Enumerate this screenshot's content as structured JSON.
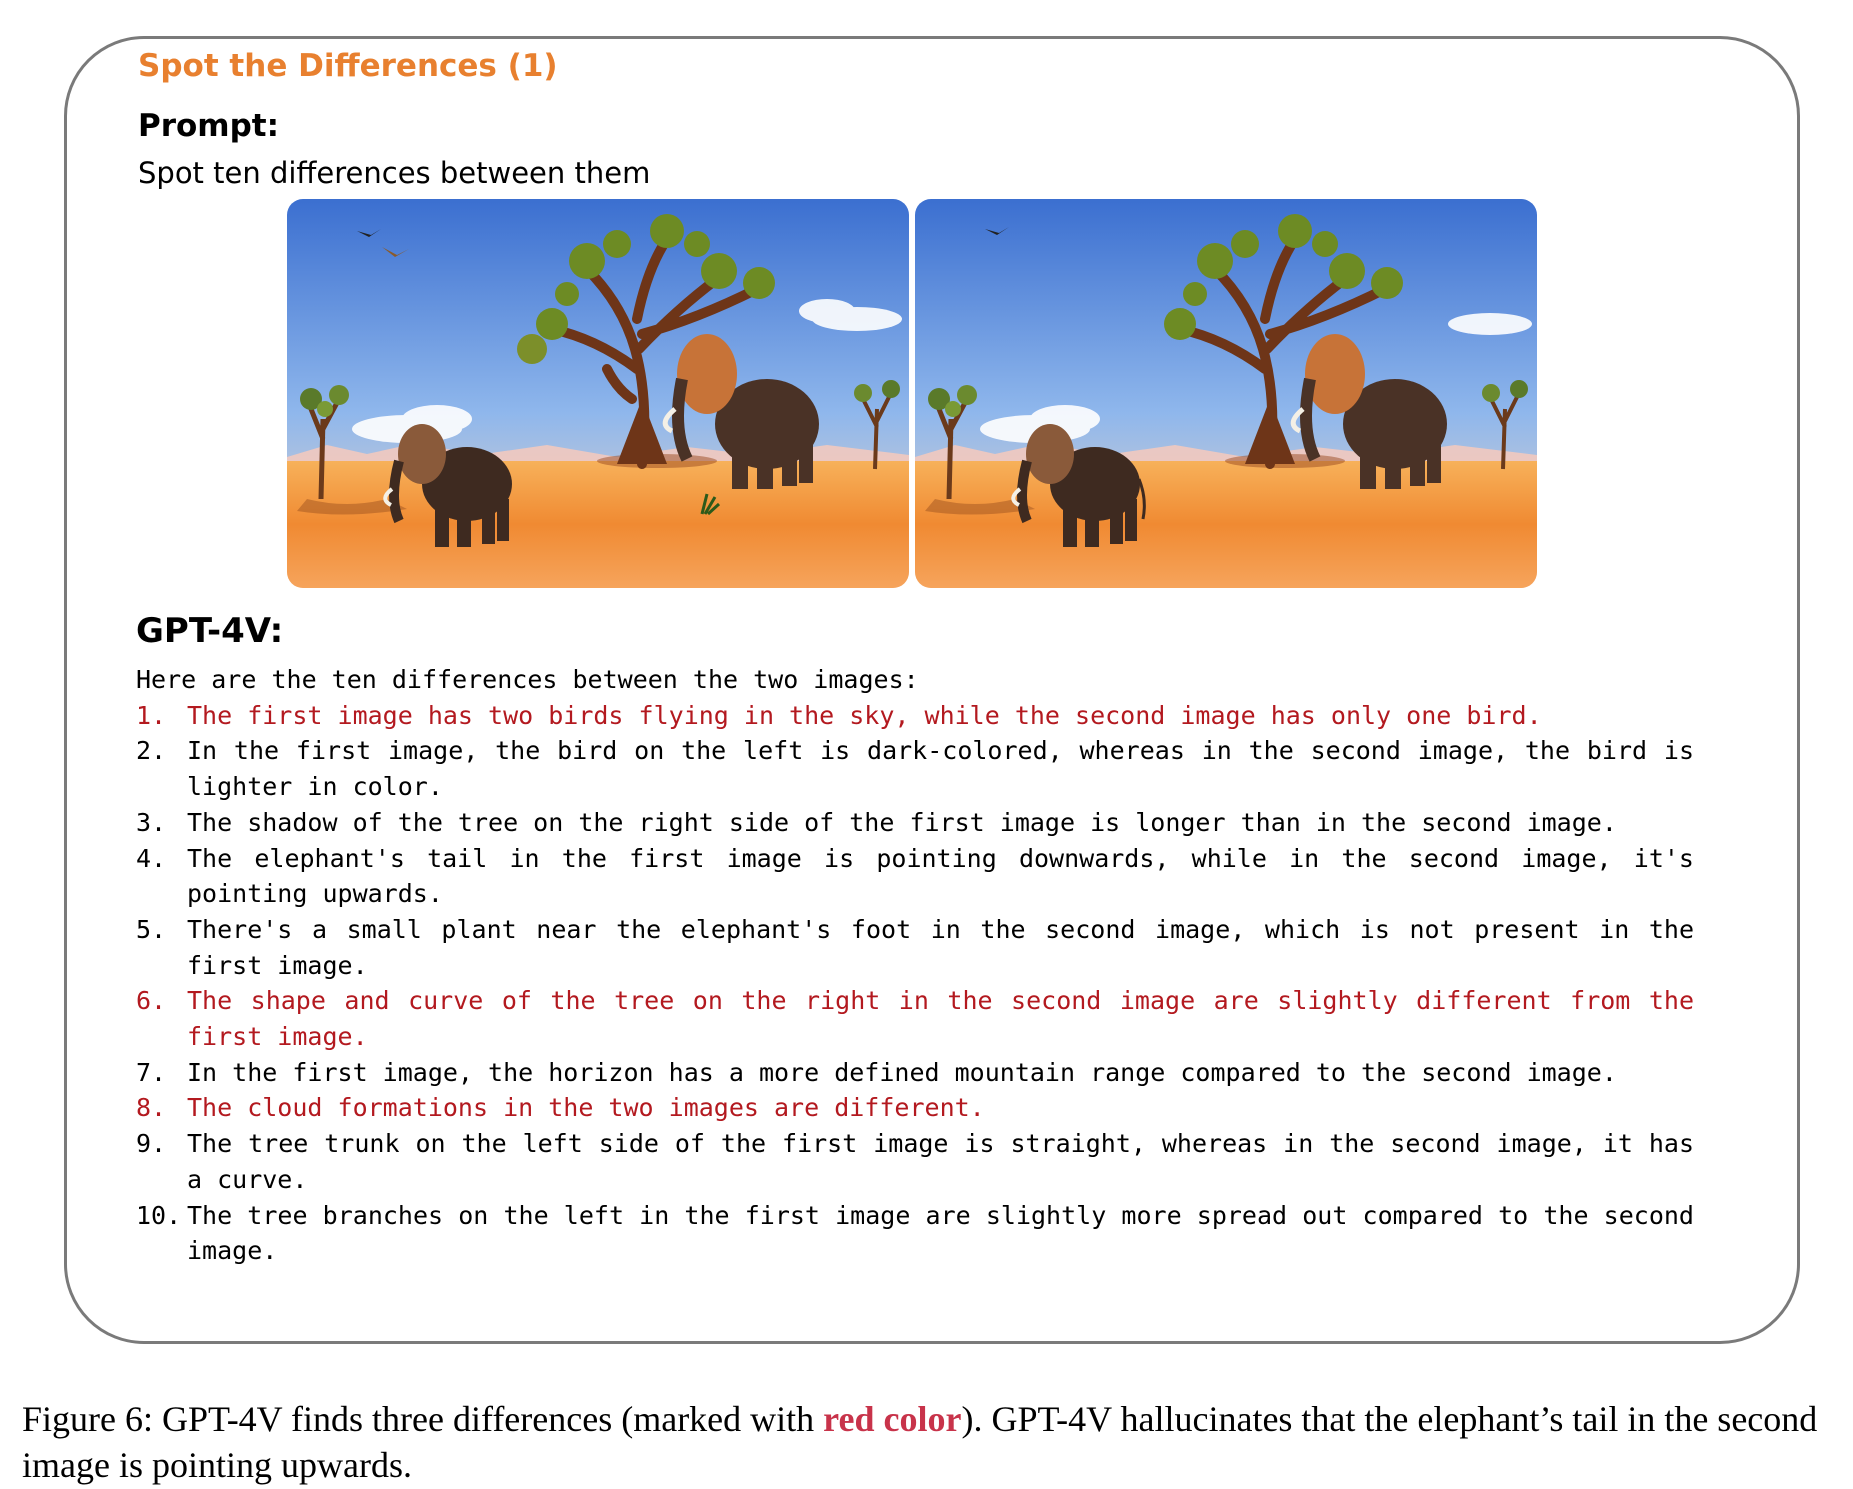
{
  "card": {
    "title": "Spot the Differences (1)",
    "prompt_heading": "Prompt:",
    "prompt_text": "Spot ten differences between them",
    "model_heading": "GPT-4V:"
  },
  "answer": {
    "intro": "Here are the ten differences between the two images:",
    "items": [
      {
        "num": "1.",
        "text": "The first image has two birds flying in the sky, while the second image has only one bird.",
        "highlight": true
      },
      {
        "num": "2.",
        "text": "In the first image, the bird on the left is dark-colored, whereas in the second image, the bird is lighter in color.",
        "highlight": false
      },
      {
        "num": "3.",
        "text": "The shadow of the tree on the right side of the first image is longer than in the second image.",
        "highlight": false
      },
      {
        "num": "4.",
        "text": "The elephant's tail in the first image is pointing downwards, while in the second image, it's pointing upwards.",
        "highlight": false
      },
      {
        "num": "5.",
        "text": "There's a small plant near the elephant's foot in the second image, which is not present in the first image.",
        "highlight": false
      },
      {
        "num": "6.",
        "text": "The shape and curve of the tree on the right in the second image are slightly different from the first image.",
        "highlight": true
      },
      {
        "num": "7.",
        "text": "In the first image, the horizon has a more defined mountain range compared to the second image.",
        "highlight": false
      },
      {
        "num": "8.",
        "text": "The cloud formations in the two images are different.",
        "highlight": true
      },
      {
        "num": "9.",
        "text": "The tree trunk on the left side of the first image is straight, whereas in the second image, it has a curve.",
        "highlight": false
      },
      {
        "num": "10.",
        "text": "The tree branches on the left in the first image are slightly more spread out compared to the second image.",
        "highlight": false
      }
    ]
  },
  "caption": {
    "before": "Figure 6: GPT-4V finds three differences (marked with ",
    "highlight": "red color",
    "after": "). GPT-4V hallucinates that the elephant’s tail in the second image is pointing upwards."
  },
  "colors": {
    "title_orange": "#e8802f",
    "answer_red": "#b3191f",
    "caption_red": "#c8334a",
    "card_border": "#7a7a7a"
  }
}
